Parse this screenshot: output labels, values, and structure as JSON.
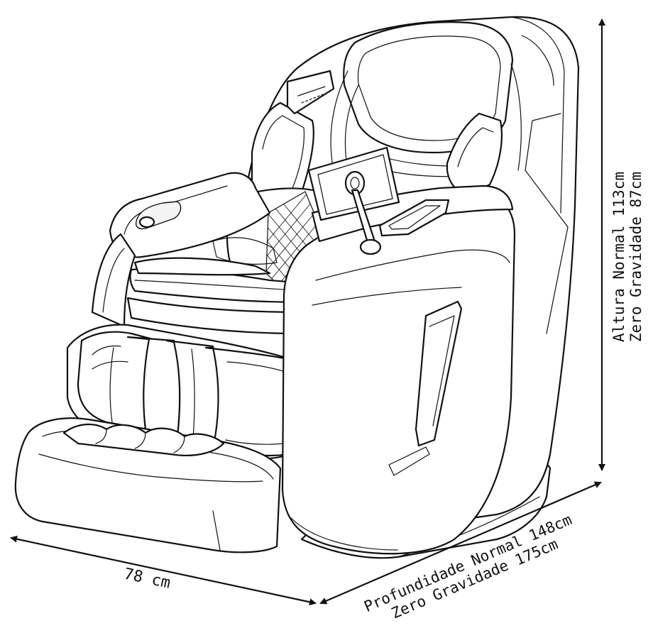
{
  "dimensions": {
    "height_label": {
      "line1": "Altura Normal 113cm",
      "line2": "Zero Gravidade 87cm"
    },
    "depth_label": {
      "line1": "Profundidade Normal 148cm",
      "line2": "Zero Gravidade 175cm"
    },
    "width_label": "78 cm"
  },
  "colors": {
    "line": "#111111",
    "background": "#ffffff"
  }
}
